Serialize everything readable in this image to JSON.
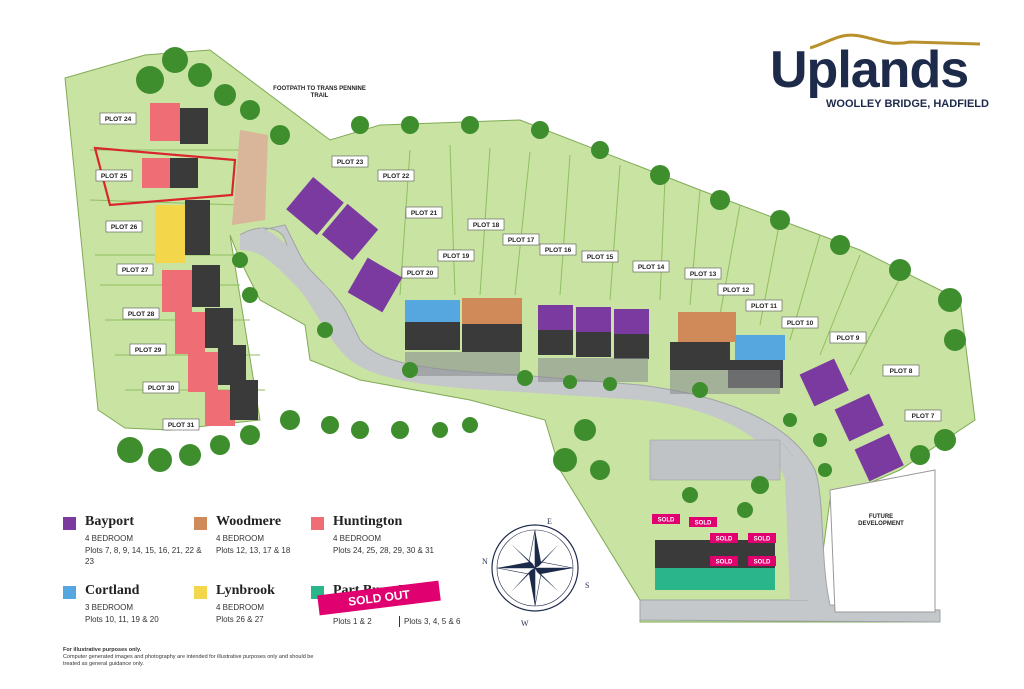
{
  "brand": {
    "title": "Uplands",
    "subtitle": "WOOLLEY BRIDGE, HADFIELD"
  },
  "annotations": {
    "footpath": "FOOTPATH TO TRANS PENNINE TRAIL",
    "future": "FUTURE DEVELOPMENT"
  },
  "compass": {
    "n": "N",
    "e": "E",
    "s": "S",
    "w": "W"
  },
  "plot_labels": [
    "PLOT 24",
    "PLOT 25",
    "PLOT 26",
    "PLOT 27",
    "PLOT 28",
    "PLOT 29",
    "PLOT 30",
    "PLOT 31",
    "PLOT 23",
    "PLOT 22",
    "PLOT 21",
    "PLOT 20",
    "PLOT 19",
    "PLOT 18",
    "PLOT 17",
    "PLOT 16",
    "PLOT 15",
    "PLOT 14",
    "PLOT 13",
    "PLOT 12",
    "PLOT 11",
    "PLOT 10",
    "PLOT 9",
    "PLOT 8",
    "PLOT 7"
  ],
  "selected_plot": "PLOT 25",
  "sold_badge": "SOLD",
  "sold_out_banner": "SOLD OUT",
  "house_types": [
    {
      "name": "Bayport",
      "bedrooms": "4 BEDROOM",
      "plots": "Plots 7, 8, 9, 14, 15, 16, 21, 22 & 23",
      "color": "#7a3aa0"
    },
    {
      "name": "Woodmere",
      "bedrooms": "4 BEDROOM",
      "plots": "Plots 12, 13, 17 & 18",
      "color": "#d08a5a"
    },
    {
      "name": "Huntington",
      "bedrooms": "4 BEDROOM",
      "plots": "Plots 24, 25, 28, 29, 30 & 31",
      "color": "#ef6e75"
    },
    {
      "name": "Cortland",
      "bedrooms": "3 BEDROOM",
      "plots": "Plots 10, 11, 19 & 20",
      "color": "#56a6e0"
    },
    {
      "name": "Lynbrook",
      "bedrooms": "4 BEDROOM",
      "plots": "Plots 26 & 27",
      "color": "#f3d64a"
    },
    {
      "name": "Part Buy - Part R",
      "bedrooms": "",
      "plots": "Plots 1 & 2",
      "plots2": "Plots 3, 4, 5 & 6",
      "color": "#2bb58a"
    }
  ],
  "disclaimer": {
    "title": "For illustrative purposes only.",
    "body": "Computer generated images and photography are intended for illustrative purposes only and should be treated as general guidance only."
  },
  "colors": {
    "grass": "#c9e3a2",
    "grass_dark": "#b5d68a",
    "road": "#c4c8cb",
    "tree": "#3f8e2e",
    "roof_dark": "#3a3a3a",
    "brand": "#1d2a4a",
    "pink": "#e1006f"
  }
}
